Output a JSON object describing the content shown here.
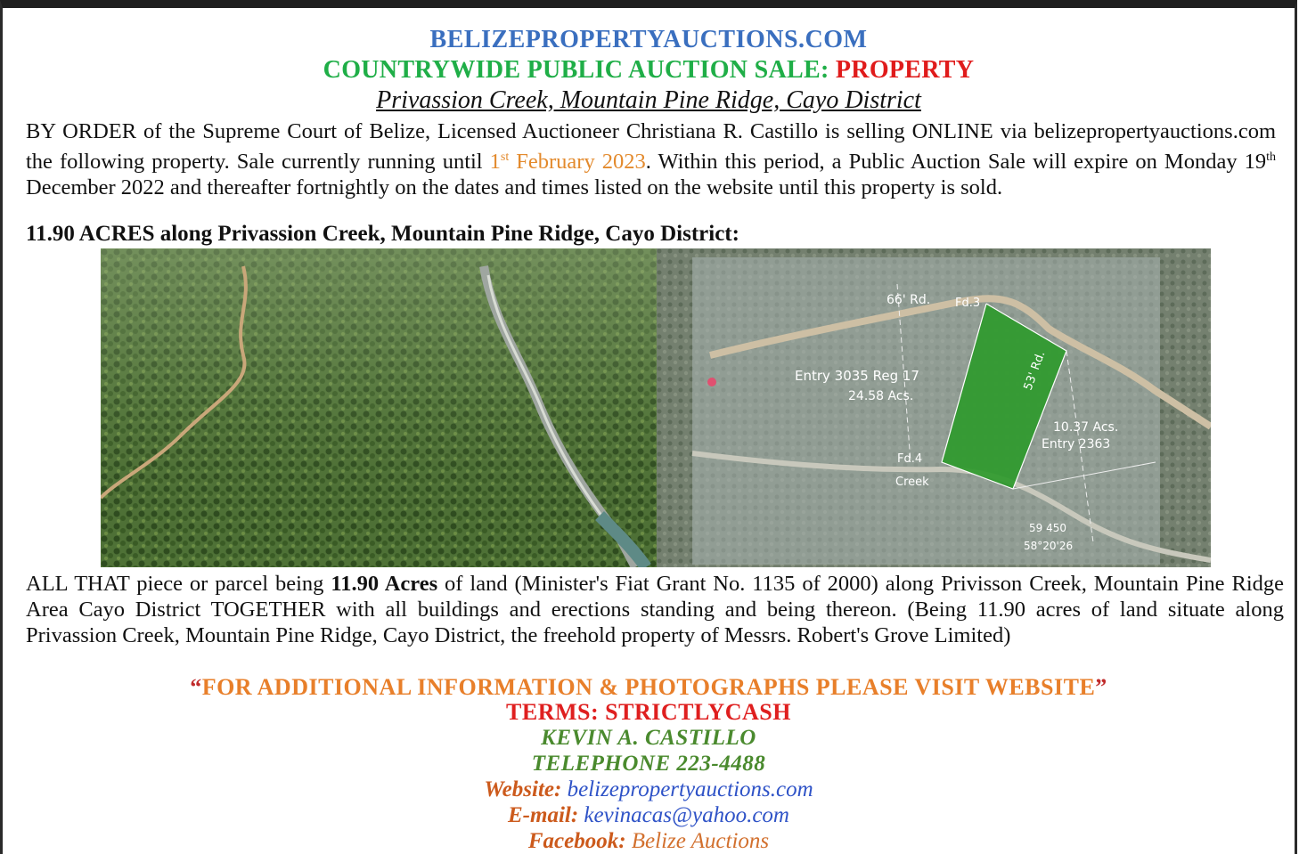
{
  "header": {
    "site": "BELIZEPROPERTYAUCTIONS.COM",
    "sale_label": "COUNTRYWIDE PUBLIC AUCTION SALE: ",
    "sale_type": "PROPERTY",
    "location": "Privassion Creek, Mountain Pine Ridge, Cayo District"
  },
  "intro": {
    "part1": "BY ORDER of the Supreme Court of Belize, Licensed Auctioneer Christiana R. Castillo is selling ONLINE via belizepropertyauctions.com the following property. Sale currently running until ",
    "end_day": "1",
    "end_sup": "st",
    "end_rest": " February 2023",
    "part2": ". Within this period, a Public Auction Sale will expire on Monday 19",
    "expire_sup": "th",
    "part3": " December 2022 and thereafter fortnightly on the dates and times listed on the website until this property is sold."
  },
  "property_heading": "11.90 ACRES along Privassion Creek, Mountain Pine Ridge, Cayo District:",
  "survey_labels": {
    "road1": "66' Rd.",
    "fd3": "Fd.3",
    "entry1": "Entry 3035  Reg 17",
    "area1": "24.58 Acs.",
    "road2": "53' Rd.",
    "area2": "10.37 Acs.",
    "entry2": "Entry 2363",
    "fd4": "Fd.4",
    "creek": "Creek",
    "coord1": "59 450",
    "coord2": "58°20'26"
  },
  "description": {
    "part1": "ALL THAT piece or parcel being ",
    "acres": "11.90 Acres",
    "part2": " of land (Minister's Fiat Grant No. 1135 of 2000) along Privisson Creek, Mountain Pine Ridge Area Cayo District TOGETHER with all buildings and erections standing and being thereon. (Being 11.90 acres of land situate along Privassion Creek, Mountain Pine Ridge, Cayo District, the freehold property of Messrs. Robert's Grove Limited)"
  },
  "footer": {
    "quote_open": "“",
    "visit": "FOR ADDITIONAL INFORMATION & PHOTOGRAPHS PLEASE VISIT WEBSITE",
    "quote_close": "”",
    "terms": "TERMS: STRICTLYCASH",
    "name": "KEVIN A. CASTILLO",
    "phone": "TELEPHONE 223-4488",
    "website_label": "Website:",
    "website": "belizepropertyauctions.com",
    "email_label": "E-mail:",
    "email": "kevinacas@yahoo.com",
    "facebook_label": "Facebook:",
    "facebook": "Belize Auctions"
  }
}
